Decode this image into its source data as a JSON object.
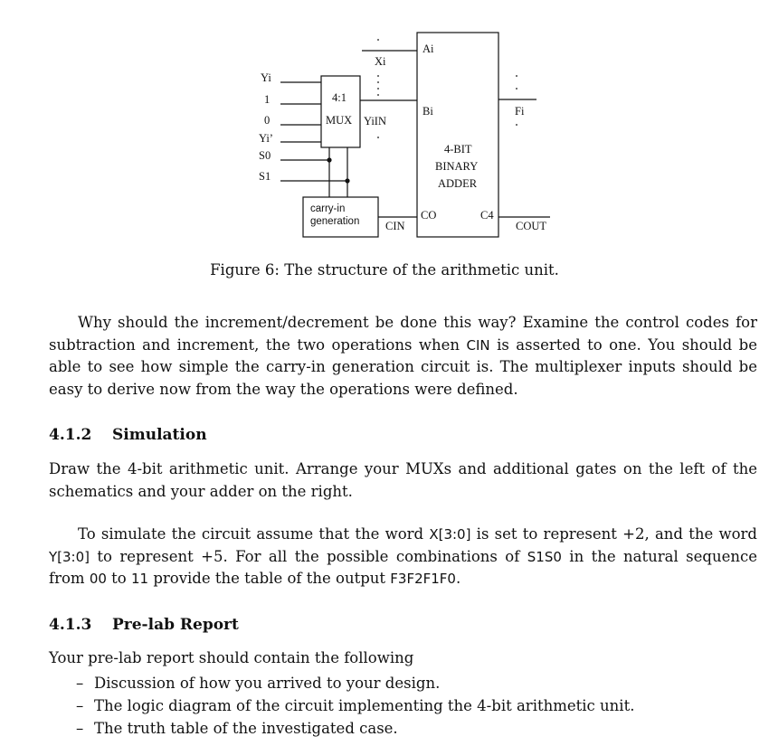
{
  "figure": {
    "labels": {
      "yi": "Yi",
      "one": "1",
      "zero": "0",
      "yi_prime": "Yi’",
      "s0": "S0",
      "s1": "S1",
      "mux_top": "4:1",
      "mux_bottom": "MUX",
      "xi": "Xi",
      "yiin": "YiIN",
      "ai": "Ai",
      "bi": "Bi",
      "fi": "Fi",
      "adder_line1": "4-BIT",
      "adder_line2": "BINARY",
      "adder_line3": "ADDER",
      "carry_line1": "carry-in",
      "carry_line2": "generation",
      "cin": "CIN",
      "co": "CO",
      "c4": "C4",
      "cout": "COUT"
    },
    "caption": "Figure 6: The structure of the arithmetic unit."
  },
  "para1": {
    "a": "Why should the increment/decrement be done this way? Examine the control codes for subtraction and increment, the two operations when ",
    "cin": "CIN",
    "b": " is asserted to one. You should be able to see how simple the carry-in generation circuit is. The multiplexer inputs should be easy to derive now from the way the operations were defined."
  },
  "sec412": {
    "num": "4.1.2",
    "title": "Simulation"
  },
  "para2": "Draw the 4-bit arithmetic unit. Arrange your MUXs and additional gates on the left of the schematics and your adder on the right.",
  "para3": {
    "a": "To simulate the circuit assume that the word ",
    "x": "X[3:0]",
    "b": " is set to represent +2, and the word ",
    "y": "Y[3:0]",
    "c": " to represent +5. For all the possible combinations of ",
    "s": "S1S0",
    "d": " in the natural sequence from ",
    "from": "00",
    "e": " to ",
    "to": "11",
    "f": " provide the table of the output ",
    "out": "F3F2F1F0",
    "g": "."
  },
  "sec413": {
    "num": "4.1.3",
    "title": "Pre-lab Report"
  },
  "para4": "Your pre-lab report should contain the following",
  "list": {
    "dash": "–",
    "item1": "Discussion of how you arrived to your design.",
    "item2": "The logic diagram of the circuit implementing the 4-bit arithmetic unit.",
    "item3": "The truth table of the investigated case."
  }
}
